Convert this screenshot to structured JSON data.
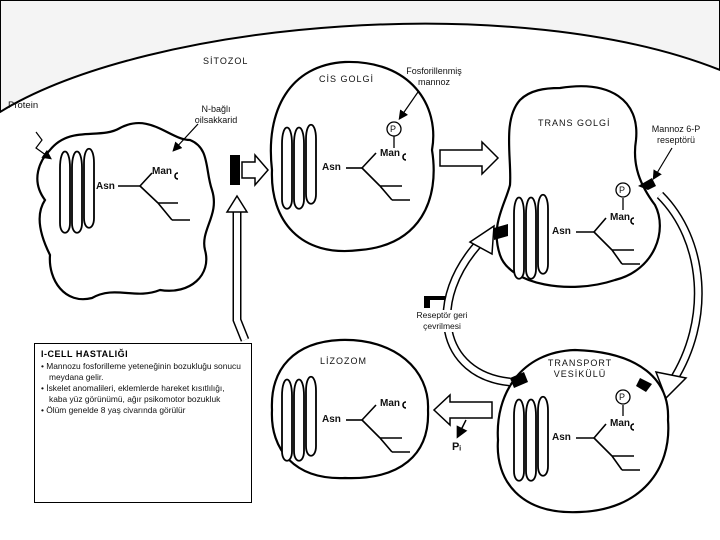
{
  "labels": {
    "cytosol": "SİTOZOL",
    "protein": "Protein",
    "n_glycan": "N-bağlı oilsakkarid",
    "cis_golgi": "CİS GOLGİ",
    "phosphorylated_mannose": "Fosforillenmiş mannoz",
    "trans_golgi": "TRANS GOLGİ",
    "m6p_receptor": "Mannoz 6-P reseptörü",
    "receptor_recycling": "Reseptör geri çevrilmesi",
    "lysosome": "LİZOZOM",
    "transport_vesicle": "TRANSPORT VESİKÜLÜ",
    "inorganic_phosphate": "Pᵢ",
    "asn": "Asn",
    "man": "Man",
    "p": "P"
  },
  "info_box": {
    "title": "I-CELL HASTALIĞI",
    "items": [
      "Mannozu fosforilleme yeteneğinin bozukluğu sonucu meydana gelir.",
      "İskelet anomalileri, eklemlerde hareket kısıtlılığı, kaba yüz görünümü, ağır psikomotor bozukluk",
      "Ölüm genelde 8 yaş civarında görülür"
    ]
  }
}
